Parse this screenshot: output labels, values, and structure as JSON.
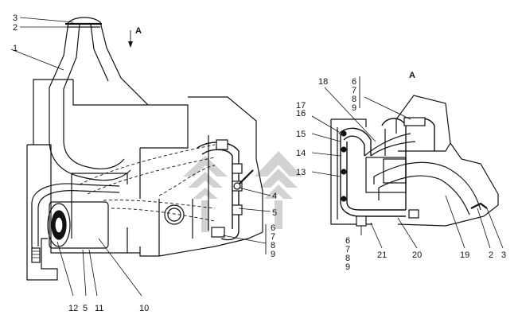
{
  "view_marker": "A",
  "left_view": {
    "callouts": {
      "c1": "1",
      "c2": "2",
      "c3": "3",
      "c4": "4",
      "c5": "5",
      "c10": "10",
      "c11": "11",
      "c12": "12",
      "c6789": [
        "6",
        "7",
        "8",
        "9"
      ]
    }
  },
  "right_view": {
    "title": "A",
    "callouts": {
      "c2": "2",
      "c3": "3",
      "c13": "13",
      "c14": "14",
      "c15": "15",
      "c16": "16",
      "c17": "17",
      "c18": "18",
      "c19": "19",
      "c20": "20",
      "c21": "21",
      "c6789_top": [
        "6",
        "7",
        "8",
        "9"
      ],
      "c6789_bottom": [
        "6",
        "7",
        "8",
        "9"
      ]
    }
  },
  "colors": {
    "line": "#111111",
    "watermark": "#c9cccc"
  },
  "watermark": "logo-emblem"
}
